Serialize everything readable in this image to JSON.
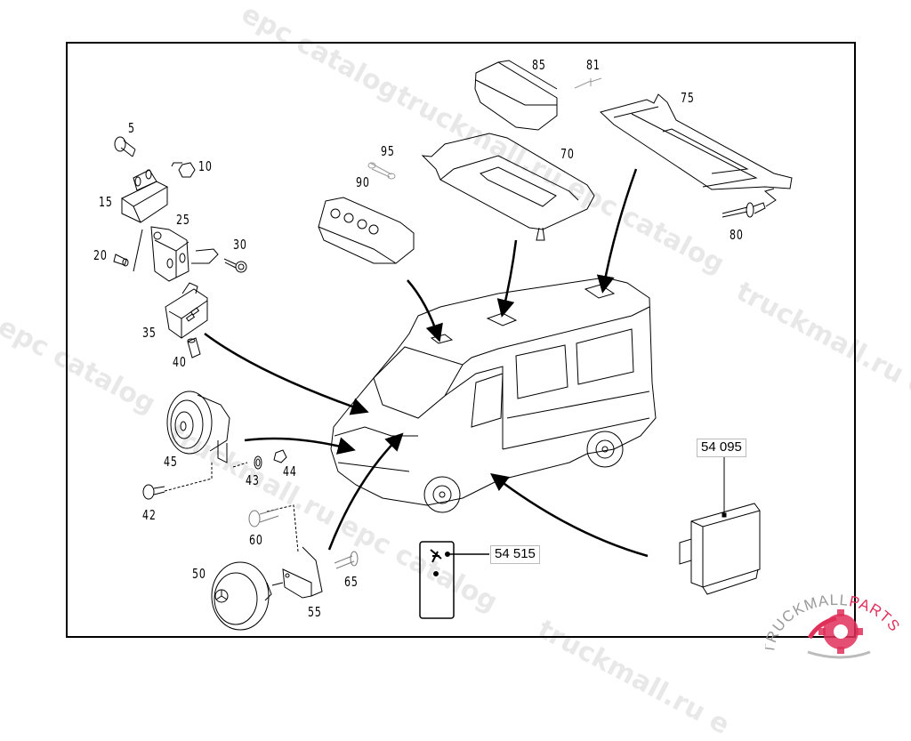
{
  "diagram": {
    "title": "Van electrical / roof module exploded parts view",
    "callouts": [
      {
        "id": "5",
        "label": "5",
        "part": "bolt"
      },
      {
        "id": "10",
        "label": "10",
        "part": "nut"
      },
      {
        "id": "15",
        "label": "15",
        "part": "bracket"
      },
      {
        "id": "20",
        "label": "20",
        "part": "plug"
      },
      {
        "id": "25",
        "label": "25",
        "part": "switch bracket"
      },
      {
        "id": "30",
        "label": "30",
        "part": "screw"
      },
      {
        "id": "35",
        "label": "35",
        "part": "switch housing"
      },
      {
        "id": "40",
        "label": "40",
        "part": "plug connector"
      },
      {
        "id": "42",
        "label": "42",
        "part": "bolt"
      },
      {
        "id": "43",
        "label": "43",
        "part": "washer"
      },
      {
        "id": "44",
        "label": "44",
        "part": "nut"
      },
      {
        "id": "45",
        "label": "45",
        "part": "horn"
      },
      {
        "id": "50",
        "label": "50",
        "part": "horn"
      },
      {
        "id": "55",
        "label": "55",
        "part": "horn bracket"
      },
      {
        "id": "60",
        "label": "60",
        "part": "bolt"
      },
      {
        "id": "65",
        "label": "65",
        "part": "screw"
      },
      {
        "id": "70",
        "label": "70",
        "part": "tray"
      },
      {
        "id": "75",
        "label": "75",
        "part": "rear tray"
      },
      {
        "id": "80",
        "label": "80",
        "part": "expanding rivet"
      },
      {
        "id": "81",
        "label": "81",
        "part": "rivet"
      },
      {
        "id": "85",
        "label": "85",
        "part": "interior light"
      },
      {
        "id": "90",
        "label": "90",
        "part": "overhead control panel"
      },
      {
        "id": "95",
        "label": "95",
        "part": "bulb"
      }
    ],
    "reference_boxes": [
      {
        "id": "54095",
        "label": "54 095",
        "part": "control unit"
      },
      {
        "id": "54515",
        "label": "54 515",
        "part": "emergency switch"
      }
    ]
  },
  "watermarks": {
    "text_epc": "epc catalog",
    "text_site": "truckmall.ru epc catalog",
    "text_site_short": "truckmall.ru e",
    "text_left": "l epc catalog"
  },
  "logo": {
    "text_left": "TRUCKMALL",
    "text_right": "PARTS",
    "accent_color": "#e0305a",
    "grey_color": "#9a9a9a"
  }
}
